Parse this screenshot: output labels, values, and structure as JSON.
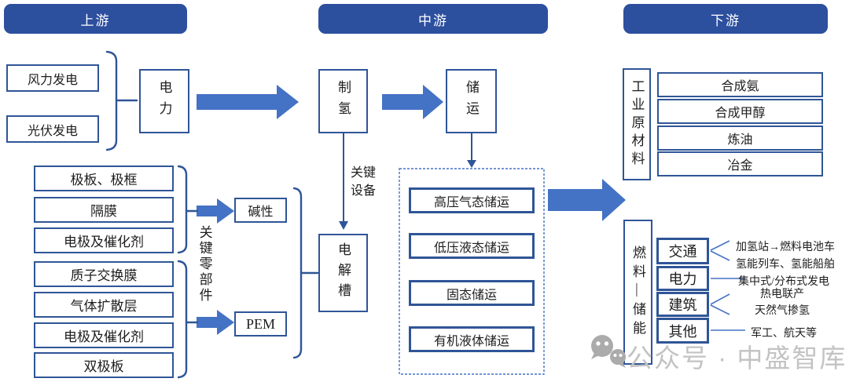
{
  "headers": {
    "upstream": "上游",
    "midstream": "中游",
    "downstream": "下游"
  },
  "upstream": {
    "power_sources": [
      "风力发电",
      "光伏发电"
    ],
    "power": "电力",
    "key_components_label": "关键零部件",
    "alkaline_components": [
      "极板、极框",
      "隔膜",
      "电极及催化剂"
    ],
    "pem_components": [
      "质子交换膜",
      "气体扩散层",
      "电极及催化剂",
      "双极板"
    ],
    "alkaline_label": "碱性",
    "pem_label": "PEM"
  },
  "midstream": {
    "hydrogen_production": "制氢",
    "storage_transport": "储运",
    "key_equipment_label": "关键设备",
    "electrolyzer": "电解槽",
    "storage_methods": [
      "高压气态储运",
      "低压液态储运",
      "固态储运",
      "有机液体储运"
    ]
  },
  "downstream": {
    "industrial_raw_materials": "工业原材料",
    "industrial_products": [
      "合成氨",
      "合成甲醇",
      "炼油",
      "冶金"
    ],
    "fuel_energy_storage": "燃料—储能",
    "applications": [
      "交通",
      "电力",
      "建筑",
      "其他"
    ],
    "application_notes": [
      "加氢站→燃料电池车",
      "氢能列车、氢能船舶",
      "集中式/分布式发电",
      "热电联产",
      "天然气掺氢",
      "军工、航天等"
    ]
  },
  "watermark": {
    "text": "公众号 · 中盛智库"
  },
  "colors": {
    "header_blue": "#2c4f9e",
    "border_blue": "#2f5597",
    "arrow_blue": "#4472c4",
    "watermark_gray": "#c3c3c3"
  }
}
